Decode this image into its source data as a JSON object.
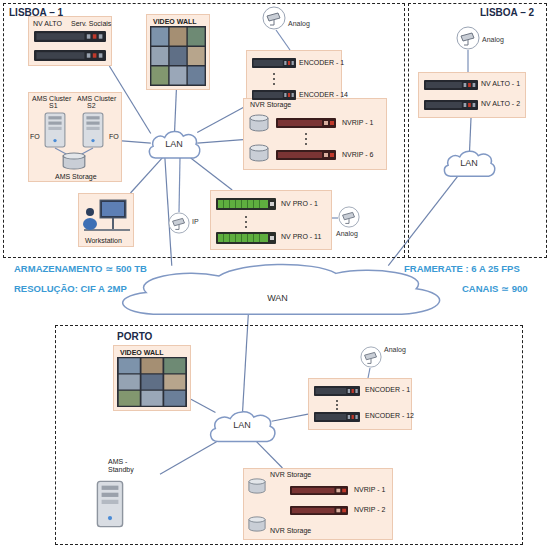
{
  "diagram": {
    "nodes": [
      {
        "text": [
          "LISBOA – 1"
        ]
      },
      {
        "text": [
          "NV ALTO",
          "Serv. Sociais"
        ],
        "in": 0
      },
      {
        "text": [
          "VIDEO WALL"
        ],
        "in": 0
      },
      {
        "text": [
          "ENCODER - 1",
          "ENCODER - 14"
        ],
        "in": 0
      },
      {
        "text": [
          "AMS Cluster",
          "AMS Cluster",
          "S1",
          "S2",
          "FO",
          "FO",
          "AMS Storage"
        ],
        "in": 0
      },
      {
        "text": [
          "NVR Storage",
          "NVRIP - 1",
          "NVRIP - 6"
        ],
        "in": 0
      },
      {
        "text": [
          "LAN"
        ],
        "in": 0
      },
      {
        "text": [
          "Workstation"
        ],
        "in": 0
      },
      {
        "text": [
          "NV PRO - 1",
          "NV PRO - 11"
        ],
        "in": 0
      },
      {
        "text": [
          "LISBOA – 2"
        ]
      },
      {
        "text": [
          "NV ALTO - 1",
          "NV ALTO - 2"
        ],
        "in": 9
      },
      {
        "text": [
          "LAN"
        ],
        "in": 9
      },
      {
        "text": [
          "WAN"
        ]
      },
      {
        "text": [
          "PORTO"
        ]
      },
      {
        "text": [
          "VIDEO WALL"
        ],
        "in": 13
      },
      {
        "text": [
          "ENCODER - 1",
          "ENCODER - 12"
        ],
        "in": 13
      },
      {
        "text": [
          "LAN"
        ],
        "in": 13
      },
      {
        "text": [
          "AMS - Standby"
        ],
        "in": 13
      },
      {
        "text": [
          "NVR Storage",
          "NVRIP - 1",
          "NVRIP - 2",
          "NVR Storage"
        ],
        "in": 13
      }
    ],
    "edges": [
      {
        "from": 6,
        "to": 1,
        "arrow": "none"
      },
      {
        "from": 6,
        "to": 2,
        "arrow": "none"
      },
      {
        "from": 6,
        "to": 3,
        "arrow": "none"
      },
      {
        "from": 6,
        "to": 4,
        "arrow": "none"
      },
      {
        "from": 6,
        "to": 5,
        "arrow": "none"
      },
      {
        "from": 6,
        "to": 7,
        "arrow": "none"
      },
      {
        "from": 6,
        "to": 8,
        "arrow": "none"
      },
      {
        "from": 6,
        "to": 12,
        "arrow": "none"
      },
      {
        "from": 11,
        "to": 10,
        "arrow": "none"
      },
      {
        "from": 11,
        "to": 12,
        "arrow": "none"
      },
      {
        "from": 16,
        "to": 12,
        "arrow": "none"
      },
      {
        "from": 16,
        "to": 14,
        "arrow": "none"
      },
      {
        "from": 16,
        "to": 15,
        "arrow": "none"
      },
      {
        "from": 16,
        "to": 17,
        "arrow": "none"
      },
      {
        "from": 16,
        "to": 18,
        "arrow": "none"
      }
    ],
    "labels": [
      "Analog",
      "IP",
      "Analog",
      "Analog",
      "ARMAZENAMENTO ≃ 500 TB",
      "FRAMERATE : 6 A 25 FPS",
      "RESOLUÇÃO: CIF A 2MP",
      "CANAIS ≃ 900",
      "Analog"
    ]
  }
}
